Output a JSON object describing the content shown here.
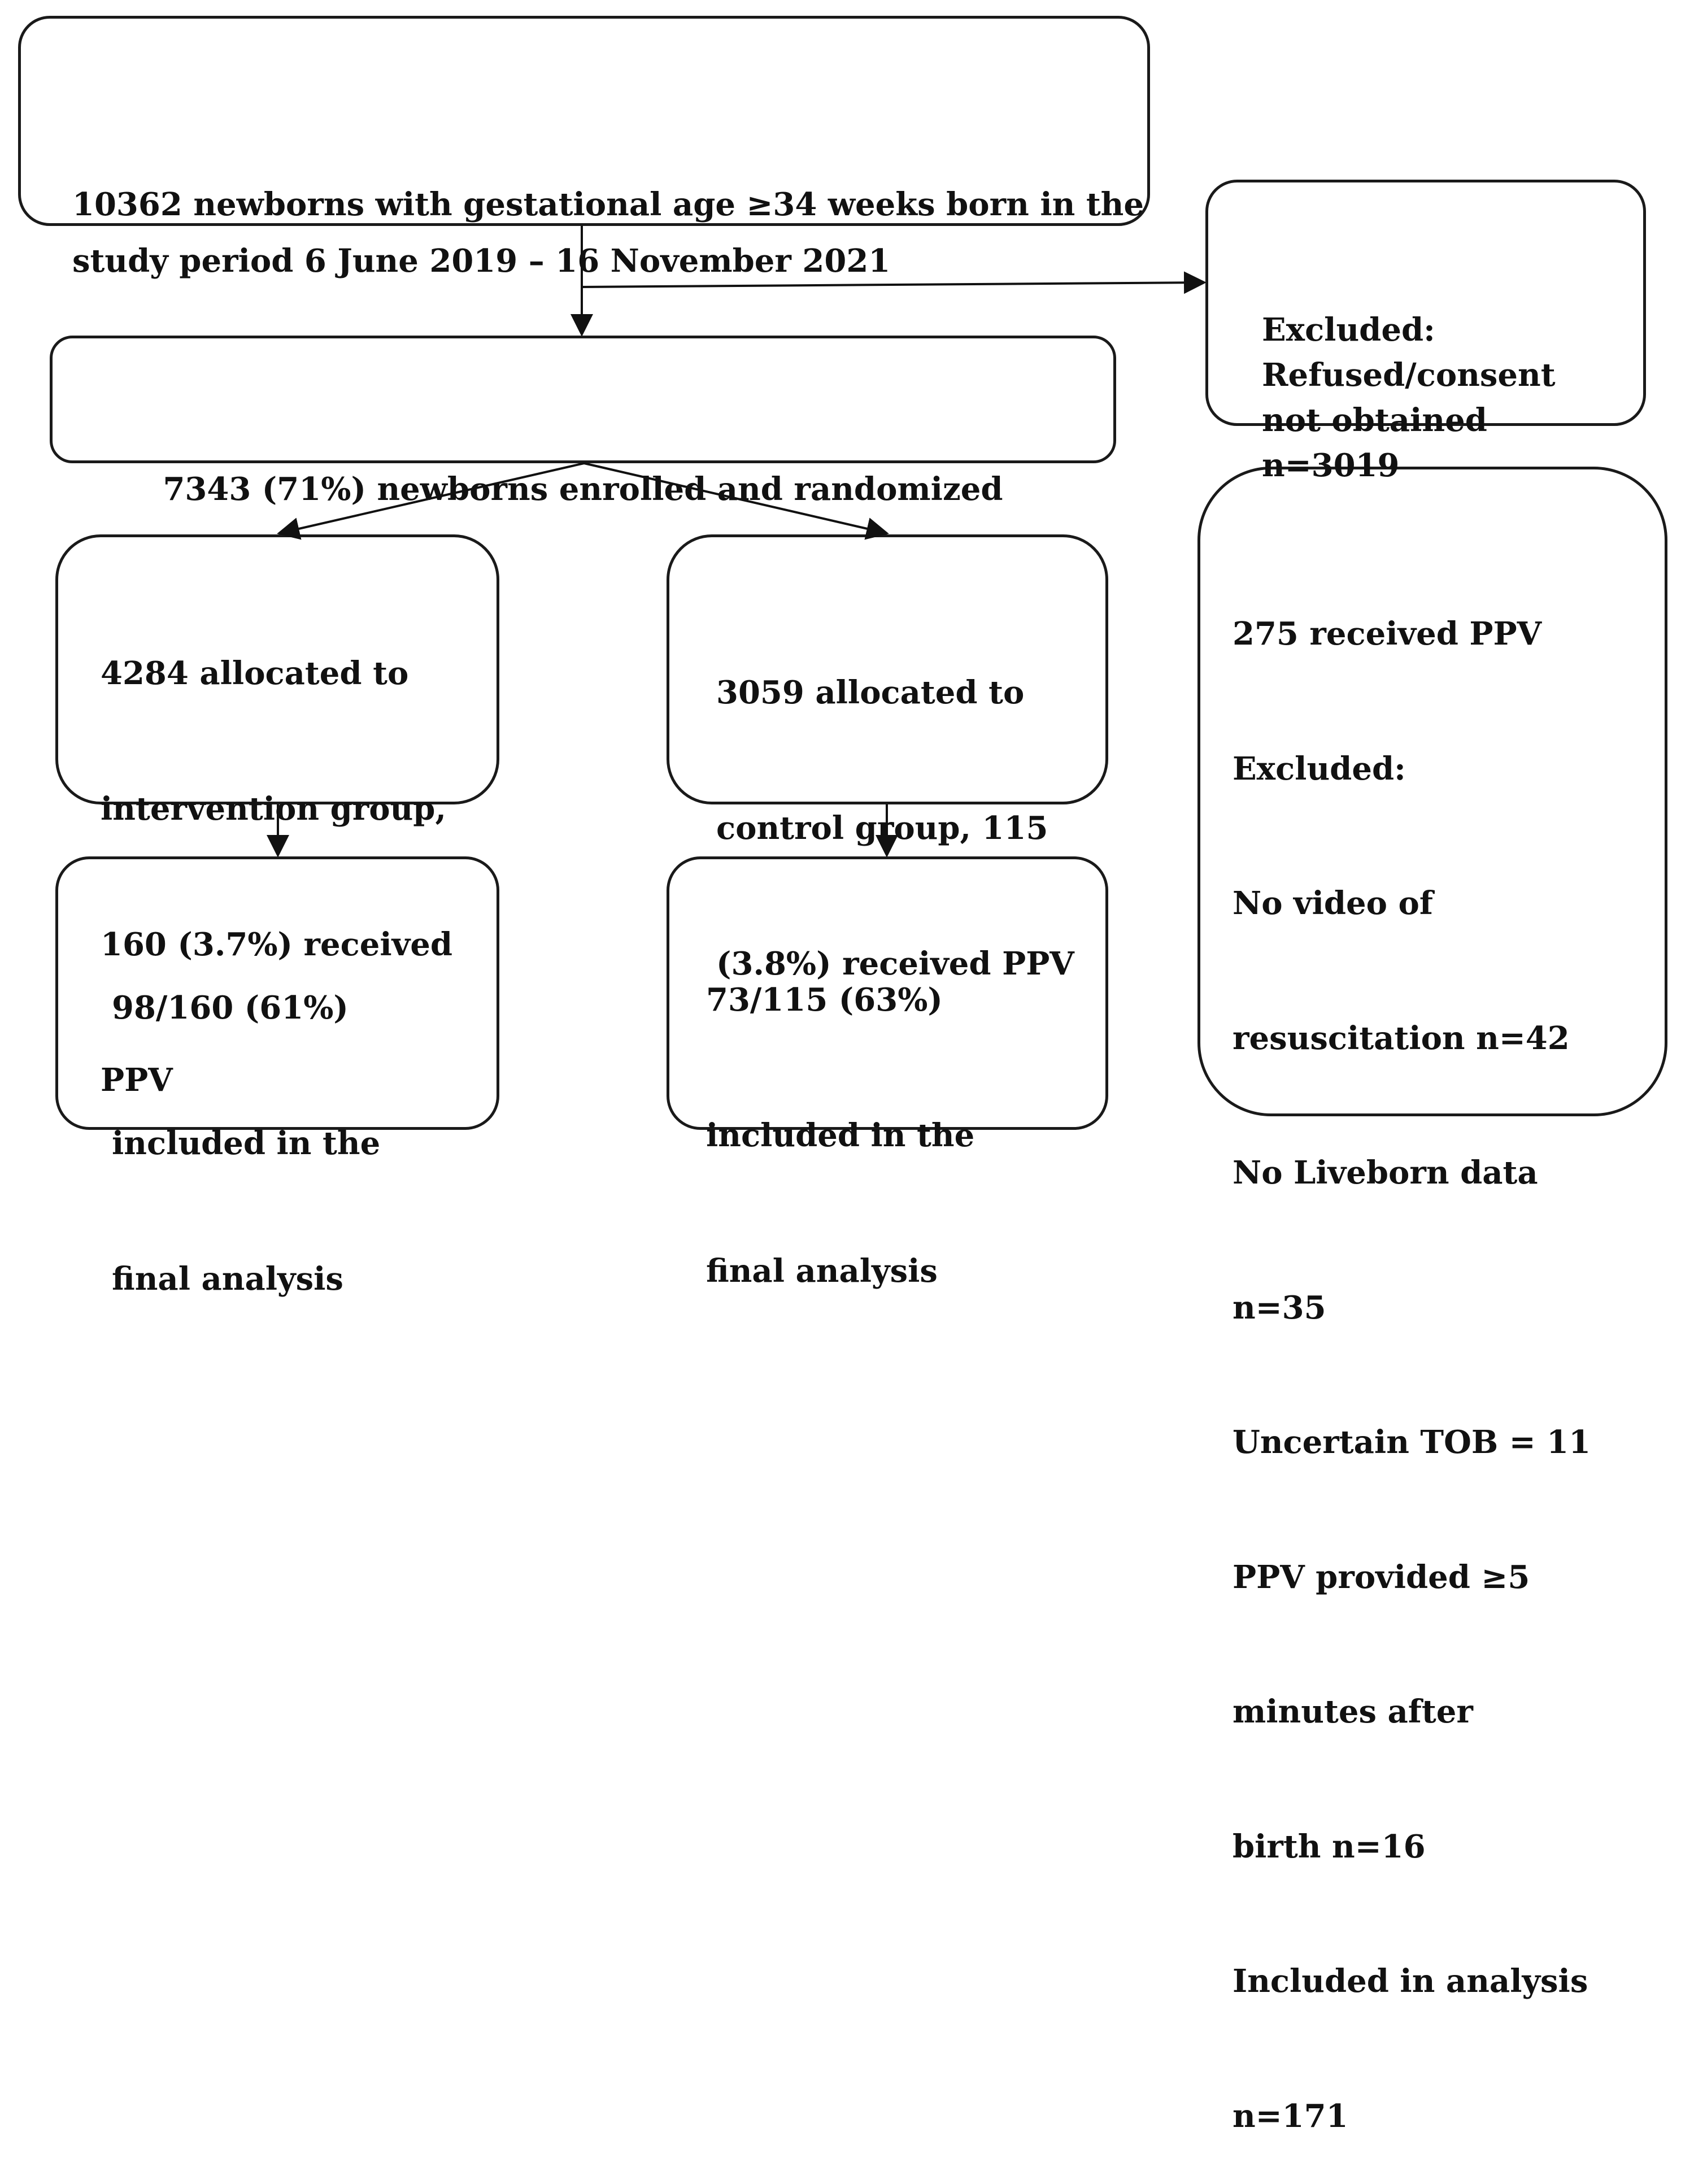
{
  "boxes": {
    "population": {
      "lines": [
        "10362 newborns with gestational age ≥34 weeks born in the",
        "study period 6 June 2019 – 16 November 2021"
      ]
    },
    "excluded_consent": {
      "lines": [
        "Excluded:",
        "Refused/consent",
        "not obtained",
        "n=3019"
      ]
    },
    "enrolled": {
      "lines": [
        "7343 (71%) newborns enrolled and randomized"
      ]
    },
    "intervention": {
      "lines": [
        "4284 allocated to",
        "intervention group,",
        "160 (3.7%) received",
        "PPV"
      ]
    },
    "control": {
      "lines": [
        "3059 allocated to",
        "control group, 115",
        "(3.8%) received PPV"
      ]
    },
    "intervention_final": {
      "lines": [
        "98/160 (61%)",
        "included in the",
        "final analysis"
      ]
    },
    "control_final": {
      "lines": [
        "73/115 (63%)",
        "included in the",
        "final analysis"
      ]
    },
    "ppv_summary": {
      "lines": [
        "275 received PPV",
        "Excluded:",
        "No video of",
        "resuscitation n=42",
        "No Liveborn data",
        "n=35",
        "Uncertain TOB = 11",
        "PPV provided ≥5",
        "minutes after",
        "birth n=16",
        "Included in analysis",
        "n=171"
      ]
    }
  }
}
